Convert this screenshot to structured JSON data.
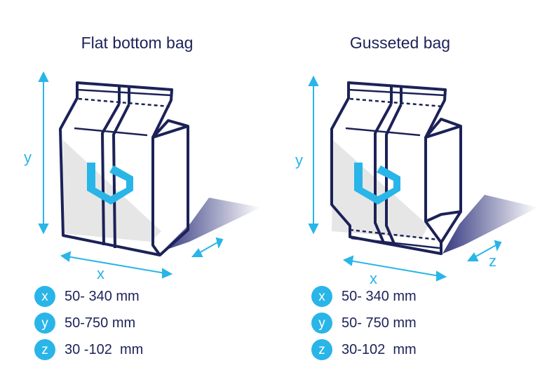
{
  "bags": [
    {
      "title": "Flat bottom bag",
      "axis_labels": {
        "y": "y",
        "x": "x"
      },
      "specs": [
        {
          "axis": "x",
          "value": "50- 340 mm"
        },
        {
          "axis": "y",
          "value": "50-750 mm"
        },
        {
          "axis": "z",
          "value": "30 -102  mm"
        }
      ]
    },
    {
      "title": "Gusseted bag",
      "axis_labels": {
        "y": "y",
        "x": "x",
        "z": "z"
      },
      "specs": [
        {
          "axis": "x",
          "value": "50- 340 mm"
        },
        {
          "axis": "y",
          "value": "50- 750 mm"
        },
        {
          "axis": "z",
          "value": "30-102  mm"
        }
      ]
    }
  ],
  "colors": {
    "outline": "#1c2257",
    "accent": "#29b5e8",
    "shadow": "#2b2f7a",
    "panel_shade": "#e6e6e6"
  },
  "icons": [
    "logo-mark",
    "arrow-double"
  ]
}
